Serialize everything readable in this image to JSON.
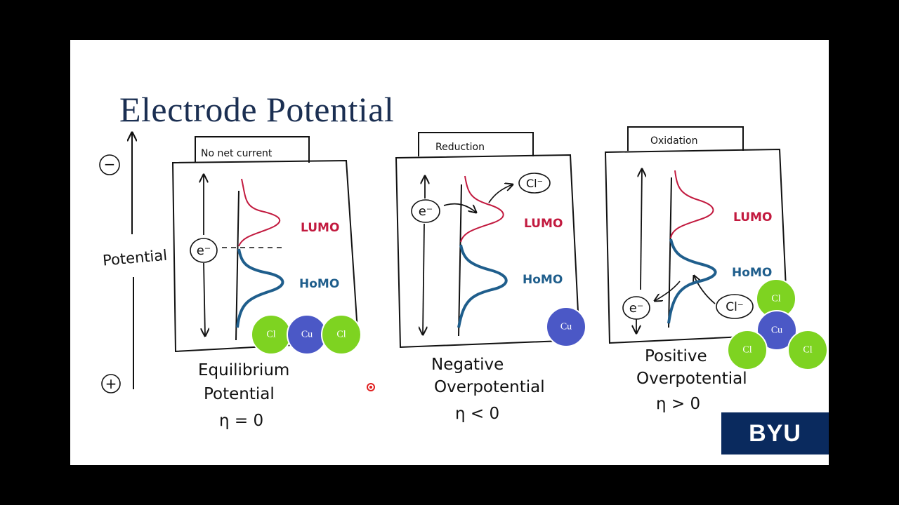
{
  "slide": {
    "title": "Electrode Potential",
    "logo": "BYU"
  },
  "axis": {
    "label": "Potential",
    "top_symbol": "−",
    "bottom_symbol": "+"
  },
  "colors": {
    "title": "#1b2f52",
    "lumo": "#c21a3f",
    "homo": "#1f5e8c",
    "cl_atom": "#7ed321",
    "cu_atom": "#4b58c6",
    "logo_bg": "#0a2a5e"
  },
  "panels": [
    {
      "tab": "No net current",
      "lumo": "LUMO",
      "homo": "HoMO",
      "electron": "e⁻",
      "atoms": [
        "Cl",
        "Cu",
        "Cl"
      ],
      "caption": [
        "Equilibrium",
        "Potential",
        "η = 0"
      ]
    },
    {
      "tab": "Reduction",
      "lumo": "LUMO",
      "homo": "HoMO",
      "electron": "e⁻",
      "ion": "Cl⁻",
      "atoms": [
        "Cu"
      ],
      "caption": [
        "Negative",
        "Overpotential",
        "η < 0"
      ]
    },
    {
      "tab": "Oxidation",
      "lumo": "LUMO",
      "homo": "HoMO",
      "electron": "e⁻",
      "ion": "Cl⁻",
      "atoms": [
        "Cl",
        "Cu",
        "Cl",
        "Cl"
      ],
      "caption": [
        "Positive",
        "Overpotential",
        "η > 0"
      ]
    }
  ]
}
